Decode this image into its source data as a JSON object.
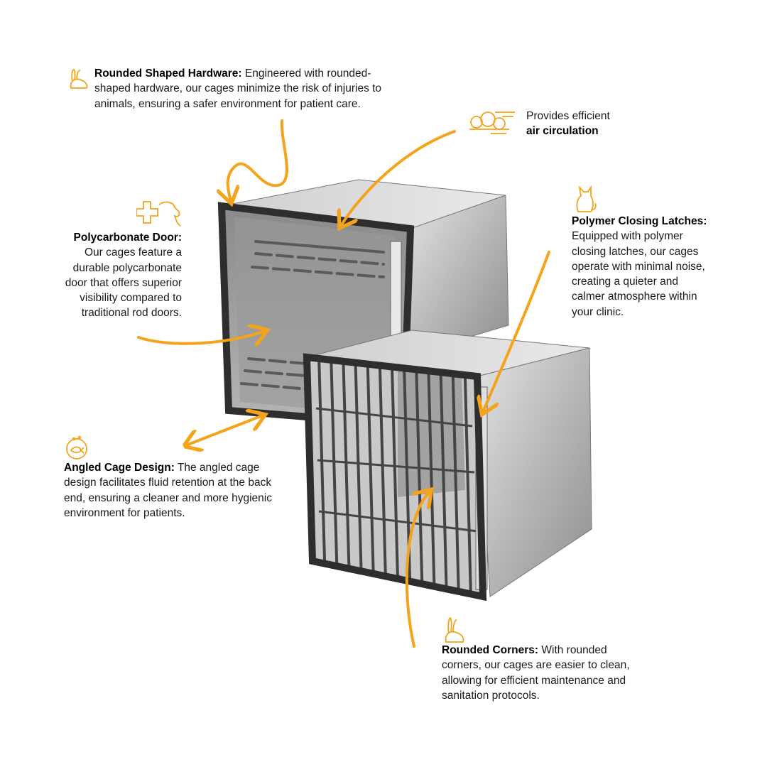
{
  "colors": {
    "accent": "#F5A31A",
    "cage_dark": "#3a3a3a",
    "cage_panel": "#bdbdbd"
  },
  "features": {
    "hardware": {
      "icon": "rabbit-icon",
      "title": "Rounded Shaped Hardware:",
      "lines": [
        " Engineered with rounded-",
        "shaped hardware, our cages minimize the risk of injuries to",
        "animals, ensuring a safer environment for patient care."
      ]
    },
    "air": {
      "icon": "air-swirl-icon",
      "line1": "Provides efficient",
      "line2": "air circulation"
    },
    "latches": {
      "icon": "cat-icon",
      "title": "Polymer Closing Latches:",
      "lines": [
        "Equipped with polymer",
        "closing latches, our cages",
        "operate with minimal noise,",
        "creating a quieter and",
        "calmer atmosphere within",
        "your clinic."
      ]
    },
    "door": {
      "icon": "vet-cross-dog-icon",
      "title": "Polycarbonate Door:",
      "lines": [
        "Our cages feature a",
        "durable polycarbonate",
        "door that offers superior",
        "visibility compared to",
        "traditional rod doors."
      ]
    },
    "angled": {
      "icon": "fishbowl-icon",
      "title": "Angled Cage Design:",
      "lines": [
        " The angled cage",
        "design facilitates fluid retention at the back",
        "end, ensuring a cleaner and more hygienic",
        "environment for patients."
      ]
    },
    "corners": {
      "icon": "rabbit-icon",
      "title": "Rounded Corners:",
      "lines": [
        " With rounded",
        "corners, our cages are easier to clean,",
        "allowing for efficient maintenance and",
        "sanitation protocols."
      ]
    }
  }
}
